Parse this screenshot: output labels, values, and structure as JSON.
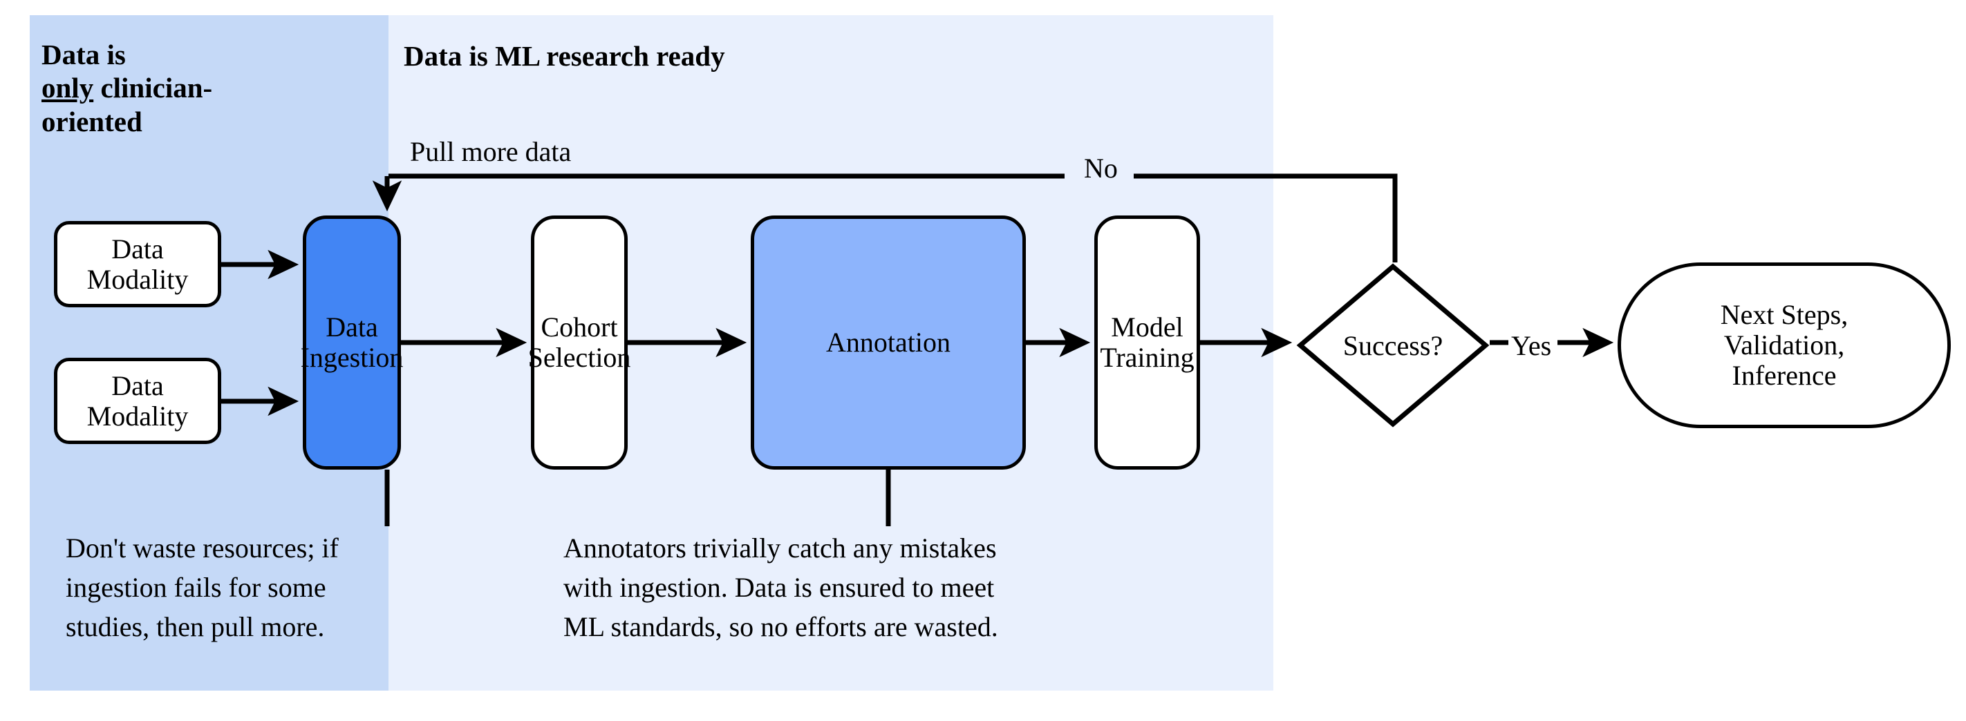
{
  "panels": [
    {
      "id": "clinician",
      "heading_line1": "Data is",
      "heading_underlined": "only",
      "heading_rest": " clinician-",
      "heading_line3": "oriented",
      "color": "#c5d9f7"
    },
    {
      "id": "ml-ready",
      "heading": "Data is ML research ready",
      "color": "#e9f0fd"
    }
  ],
  "nodes": {
    "modality_1": "Data\nModality",
    "modality_2": "Data\nModality",
    "ingestion": "Data\nIngestion",
    "cohort": "Cohort\nSelection",
    "annotation": "Annotation",
    "training": "Model\nTraining",
    "success": "Success?",
    "next_steps": "Next Steps,\nValidation,\nInference"
  },
  "node_colors": {
    "ingestion": "#4285f4",
    "annotation": "#8db4fc",
    "plain": "#ffffff",
    "border": "#000000"
  },
  "edge_labels": {
    "pull_more_data": "Pull more data",
    "no": "No",
    "yes": "Yes"
  },
  "captions": {
    "ingestion": "Don't waste resources; if\ningestion fails for some\nstudies, then pull more.",
    "annotation": "Annotators trivially catch any mistakes\nwith ingestion. Data is ensured to meet\nML standards, so no efforts are wasted."
  }
}
